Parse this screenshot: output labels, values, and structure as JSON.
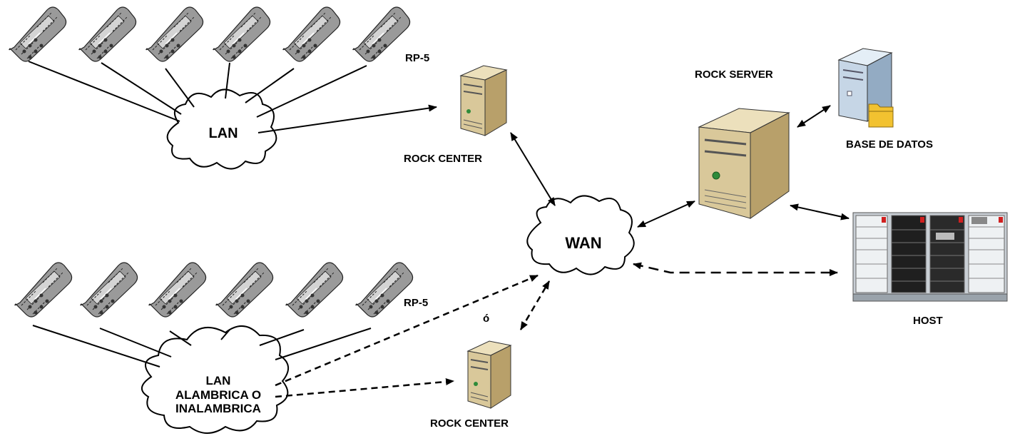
{
  "labels": {
    "rp5_top": "RP-5",
    "rp5_bottom": "RP-5",
    "rock_center_top": "ROCK CENTER",
    "rock_center_bottom": "ROCK CENTER",
    "rock_server": "ROCK SERVER",
    "base_de_datos": "BASE DE DATOS",
    "host": "HOST",
    "o_separator": "ó"
  },
  "clouds": {
    "lan_top": "LAN",
    "wan": "WAN",
    "lan_bottom_1": "LAN",
    "lan_bottom_2": "ALAMBRICA O",
    "lan_bottom_3": "INALAMBRICA"
  },
  "colors": {
    "server_body": "#d9c89a",
    "server_side": "#b8a06a",
    "server_top": "#ece0bc",
    "db_body": "#c6d6e6",
    "db_side": "#93abc3",
    "folder": "#f2c230",
    "rack_frame": "#aab4bc",
    "line": "#000000"
  }
}
